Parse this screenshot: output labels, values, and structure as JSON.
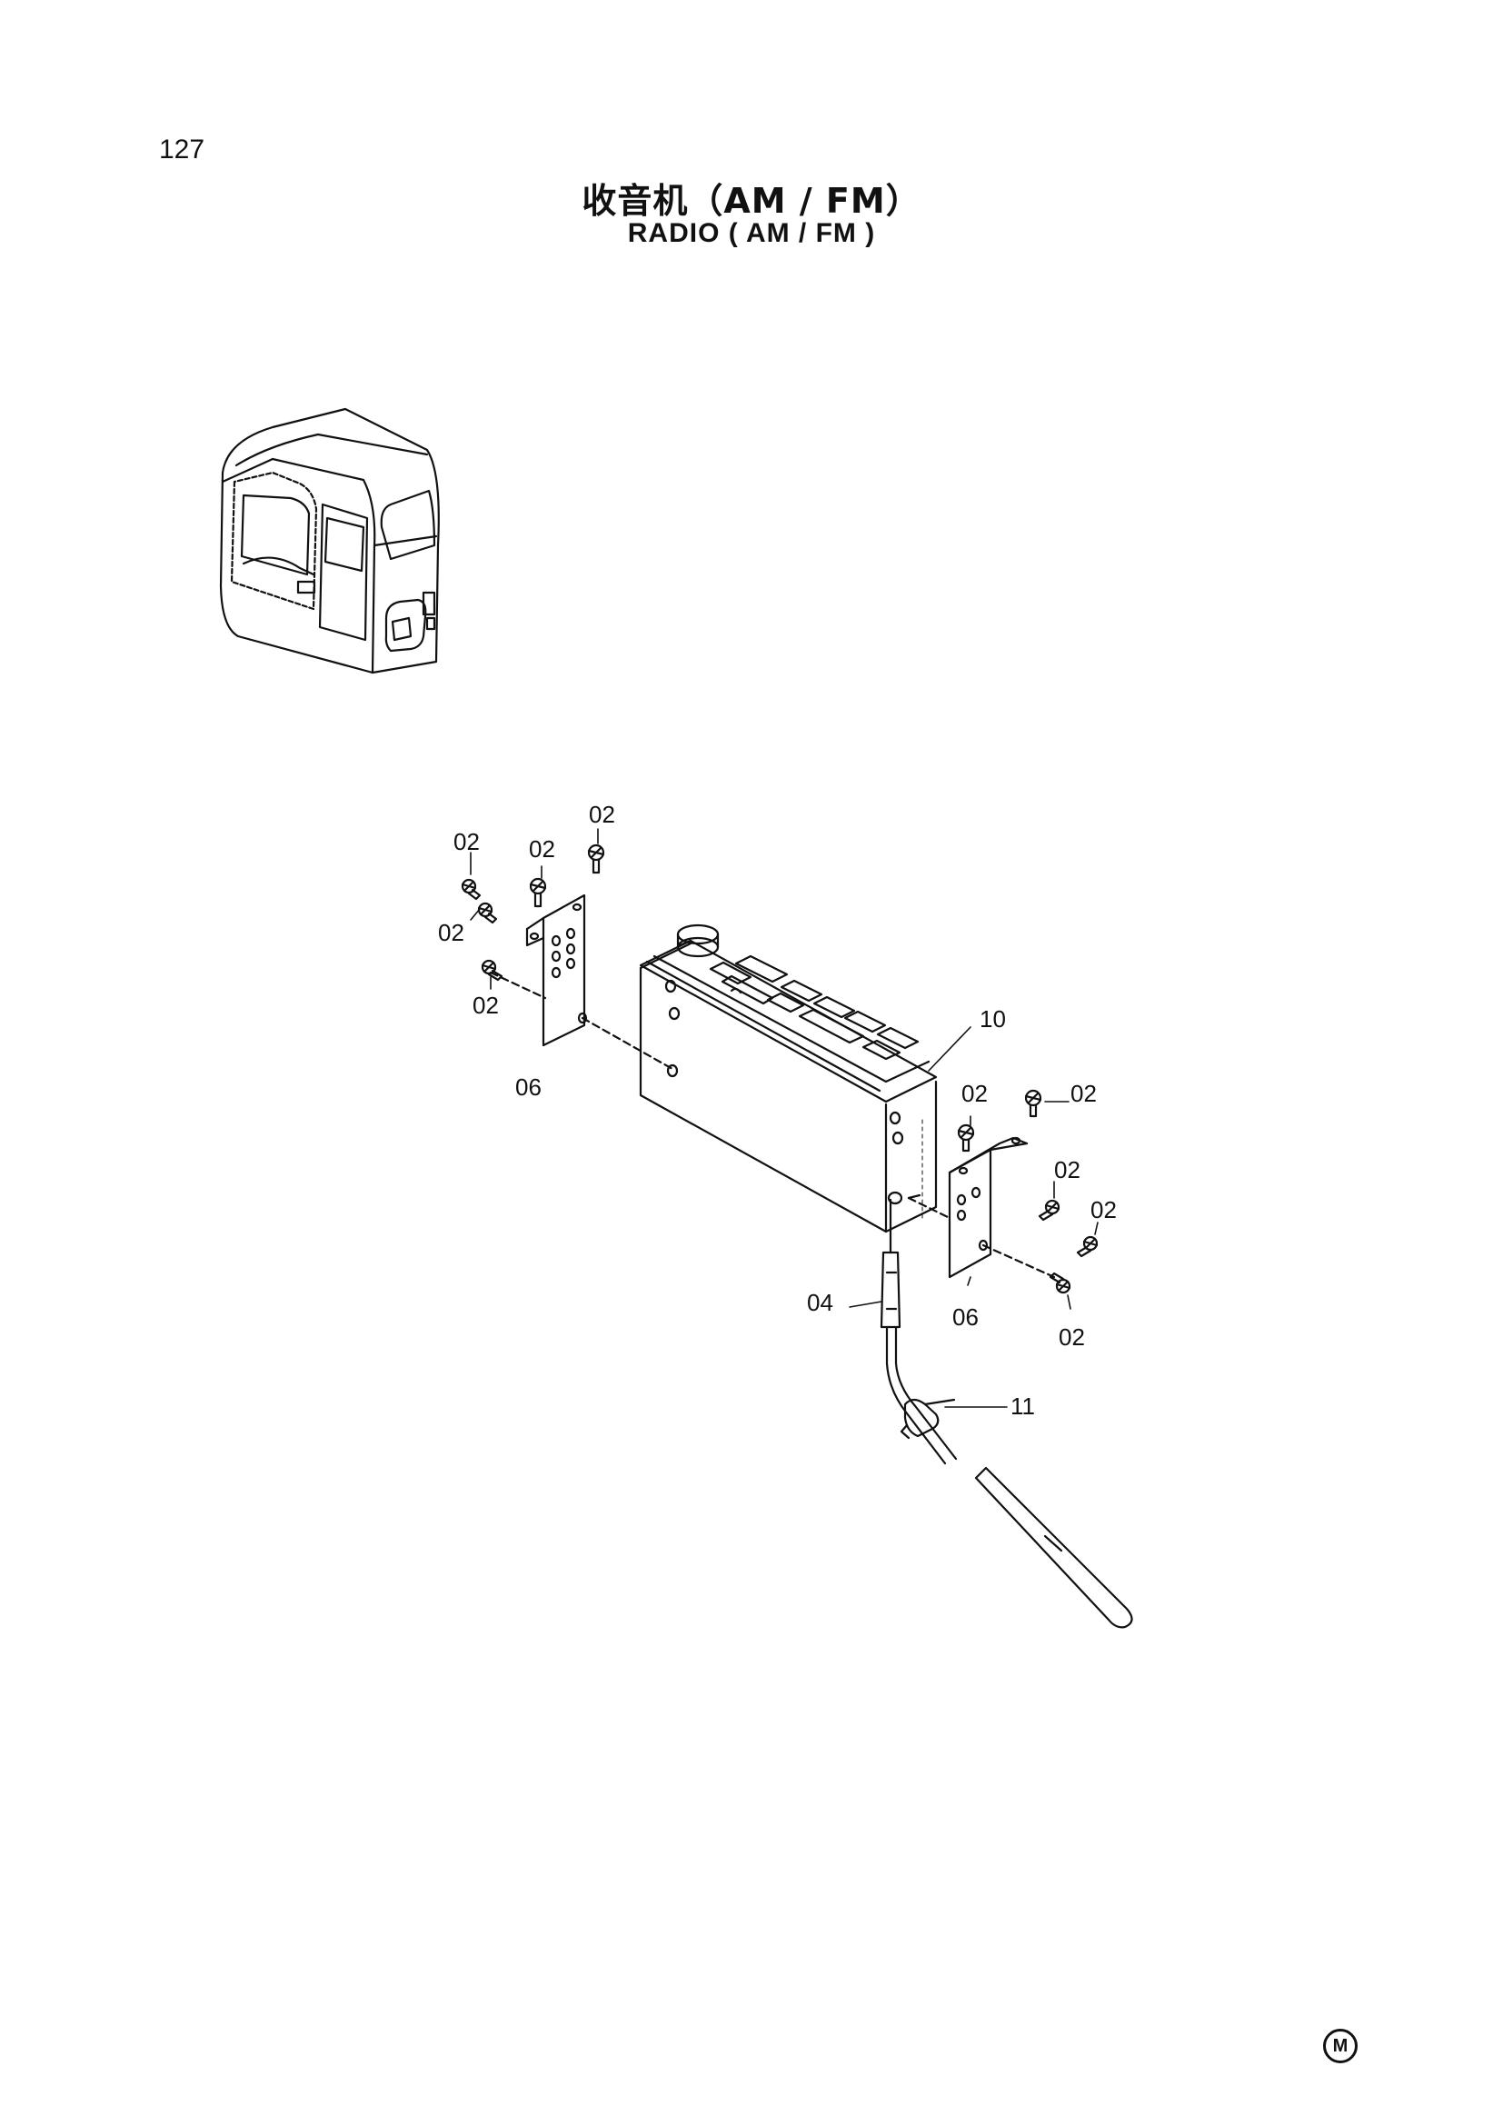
{
  "page": {
    "number": "127",
    "title_cn": "收音机（AM / FM）",
    "title_en": "RADIO ( AM / FM )",
    "corner_mark": "M"
  },
  "callouts": [
    "02",
    "02",
    "02",
    "02",
    "02",
    "02",
    "06",
    "10",
    "02",
    "02",
    "02",
    "02",
    "02",
    "04",
    "06",
    "11"
  ]
}
